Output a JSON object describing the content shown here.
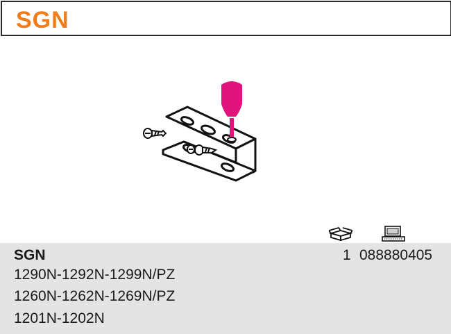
{
  "header": {
    "title": "SGN",
    "title_color": "#f07d1a"
  },
  "illustration": {
    "name": "bracket-with-screwdriver-and-screws",
    "handle_color": "#e0147c"
  },
  "icons": {
    "box": "open-box-icon",
    "computer": "computer-terminal-icon"
  },
  "product": {
    "name": "SGN",
    "quantity": "1",
    "code": "088880405",
    "compatible_models": [
      "1290N-1292N-1299N/PZ",
      "1260N-1262N-1269N/PZ",
      "1201N-1202N"
    ]
  }
}
